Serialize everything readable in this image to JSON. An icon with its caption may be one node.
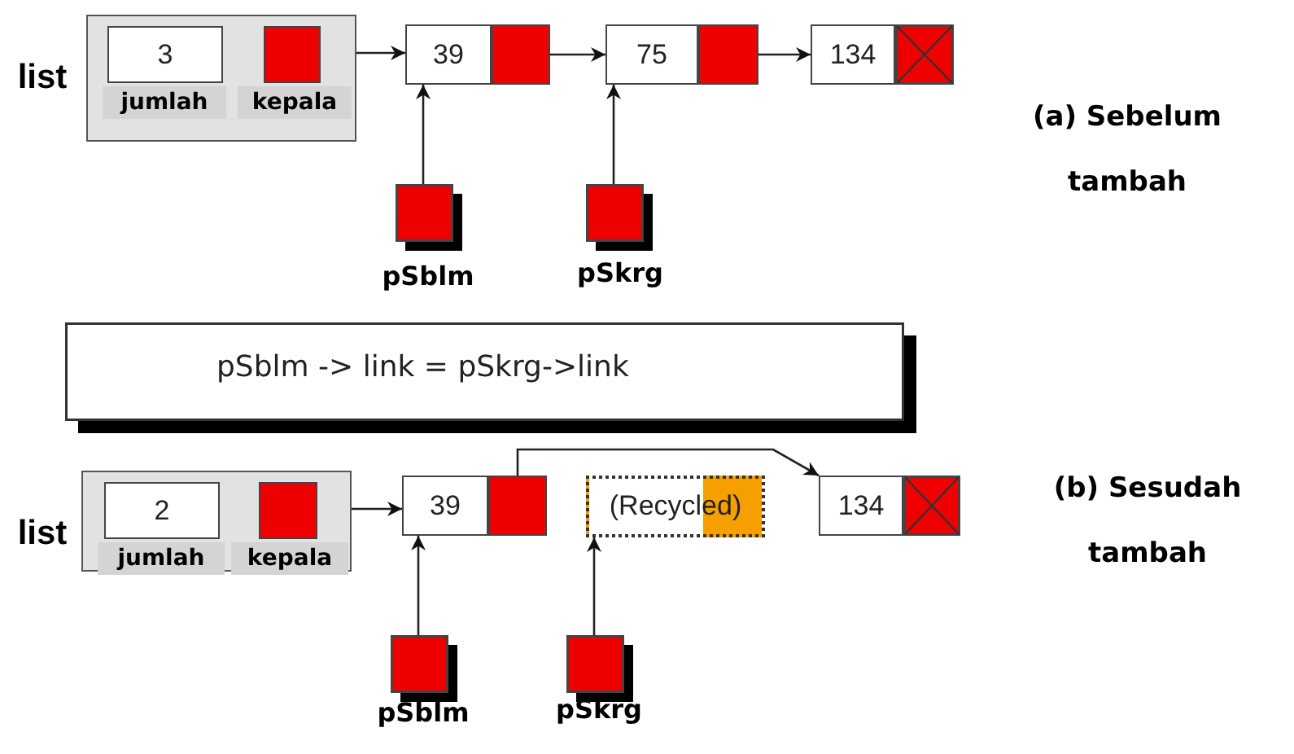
{
  "diagram": {
    "nodes": [
      {
        "text": [],
        "shape": "box",
        "beside": [
          "list"
        ]
      },
      {
        "text": [
          "3"
        ],
        "in": 0,
        "beside": [
          "jumlah"
        ]
      },
      {
        "text": [],
        "shape": "box",
        "in": 0,
        "beside": [
          "kepala"
        ]
      },
      {
        "text": [
          "39"
        ]
      },
      {
        "text": [],
        "shape": "box"
      },
      {
        "text": [
          "75"
        ]
      },
      {
        "text": [],
        "shape": "box"
      },
      {
        "text": [
          "134"
        ]
      },
      {
        "text": [],
        "shape": "box"
      },
      {
        "text": [],
        "shape": "box",
        "beside": [
          "pSblm"
        ]
      },
      {
        "text": [],
        "shape": "box",
        "beside": [
          "pSkrg"
        ]
      },
      {
        "text": [
          "pSblm -> link = pSkrg->link"
        ]
      },
      {
        "text": [],
        "shape": "box",
        "beside": [
          "list"
        ]
      },
      {
        "text": [
          "2"
        ],
        "in": 12,
        "beside": [
          "jumlah"
        ]
      },
      {
        "text": [],
        "shape": "box",
        "in": 12,
        "beside": [
          "kepala"
        ]
      },
      {
        "text": [
          "39"
        ]
      },
      {
        "text": [],
        "shape": "box"
      },
      {
        "text": [
          "(Recycled)"
        ]
      },
      {
        "text": [
          "134"
        ]
      },
      {
        "text": [],
        "shape": "box"
      },
      {
        "text": [],
        "shape": "box",
        "beside": [
          "pSblm"
        ]
      },
      {
        "text": [],
        "shape": "box",
        "beside": [
          "pSkrg"
        ]
      }
    ],
    "edges": [
      {
        "from": 2,
        "to": 3,
        "arrow": "to"
      },
      {
        "from": 4,
        "to": 5,
        "arrow": "to"
      },
      {
        "from": 6,
        "to": 7,
        "arrow": "to"
      },
      {
        "from": 9,
        "to": 3,
        "arrow": "to"
      },
      {
        "from": 10,
        "to": 5,
        "arrow": "to"
      },
      {
        "from": 14,
        "to": 15,
        "arrow": "to"
      },
      {
        "from": 16,
        "to": 18,
        "arrow": "to"
      },
      {
        "from": 20,
        "to": 15,
        "arrow": "to"
      },
      {
        "from": 21,
        "to": 17,
        "arrow": "to"
      }
    ],
    "labels": [
      "(a)  Sebelum tambah",
      "(b) Sesudah tambah"
    ]
  }
}
